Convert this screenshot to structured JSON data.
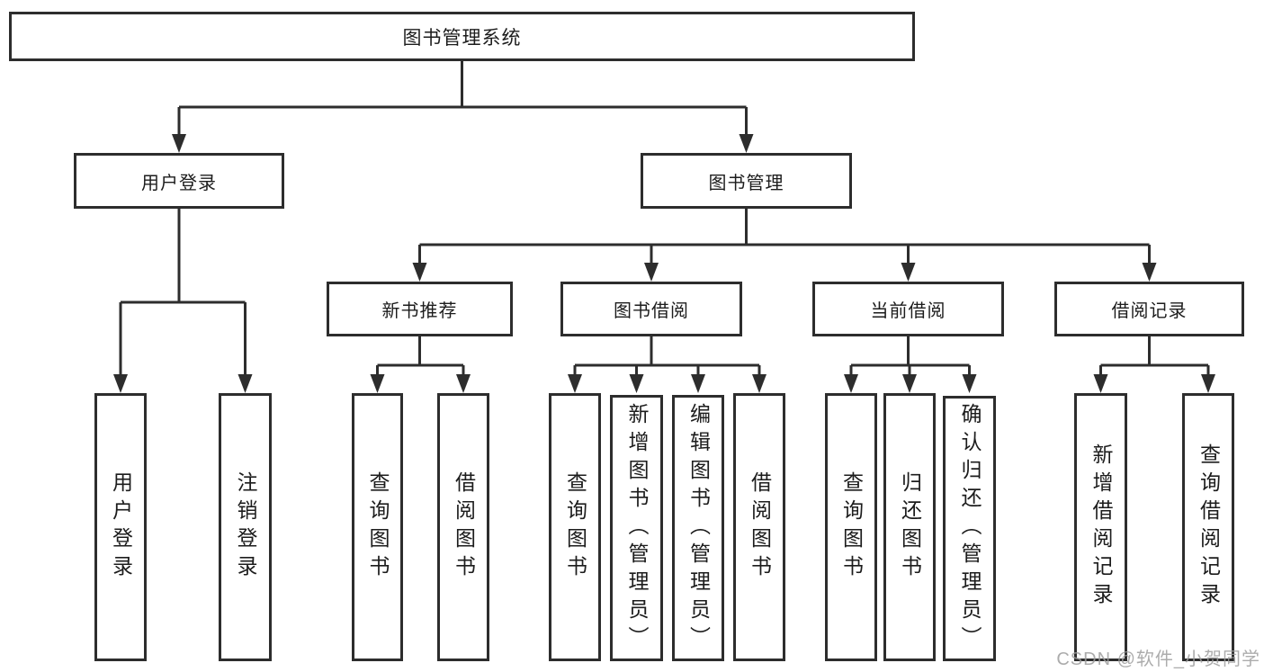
{
  "diagram": {
    "root": "图书管理系统",
    "level2": [
      "用户登录",
      "图书管理"
    ],
    "level3": [
      "新书推荐",
      "图书借阅",
      "当前借阅",
      "借阅记录"
    ],
    "level4": {
      "under_user_login": [
        "用户登录",
        "注销登录"
      ],
      "under_new_book": [
        "查询图书",
        "借阅图书"
      ],
      "under_book_borrow": [
        "查询图书",
        "新增图书（管理员）",
        "编辑图书（管理员）",
        "借阅图书"
      ],
      "under_current_borrow": [
        "查询图书",
        "归还图书",
        "确认归还（管理员）"
      ],
      "under_borrow_records": [
        "新增借阅记录",
        "查询借阅记录"
      ]
    }
  },
  "watermark": {
    "text": "CSDN @软件_小贺同学"
  },
  "colors": {
    "line": "#2d2d2d",
    "text": "#1c1c1c",
    "background": "#ffffff",
    "watermark": "#9e9e9e"
  }
}
